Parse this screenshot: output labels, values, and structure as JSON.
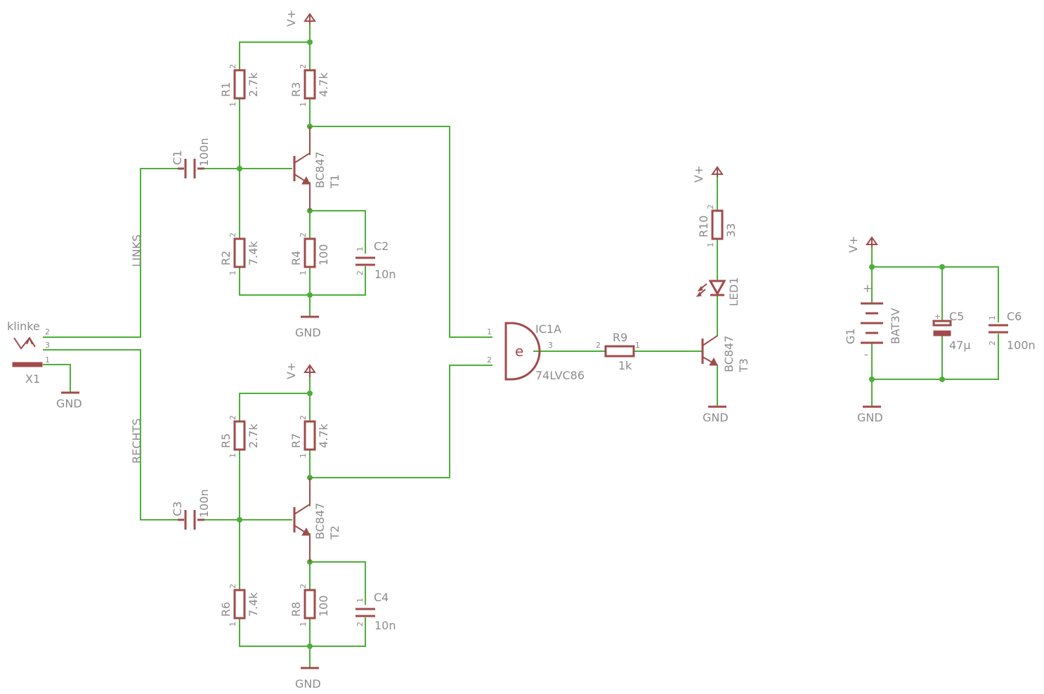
{
  "colors": {
    "wire": "#4caf39",
    "component": "#a04b4b",
    "text": "#8c8c8c",
    "background": "#ffffff"
  },
  "nets": {
    "supply": "V+",
    "ground": "GND",
    "left": "LINKS",
    "right": "RECHTS"
  },
  "connector": {
    "name": "X1",
    "label": "klinke",
    "pins": [
      "2",
      "3",
      "1"
    ]
  },
  "resistors": [
    {
      "name": "R1",
      "value": "2.7k",
      "pin_top": "2",
      "pin_bottom": "1"
    },
    {
      "name": "R2",
      "value": "7.4k",
      "pin_top": "2",
      "pin_bottom": "1"
    },
    {
      "name": "R3",
      "value": "4.7k",
      "pin_top": "2",
      "pin_bottom": "1"
    },
    {
      "name": "R4",
      "value": "100",
      "pin_top": "2",
      "pin_bottom": "1"
    },
    {
      "name": "R5",
      "value": "2.7k",
      "pin_top": "2",
      "pin_bottom": "1"
    },
    {
      "name": "R6",
      "value": "7.4k",
      "pin_top": "2",
      "pin_bottom": "1"
    },
    {
      "name": "R7",
      "value": "4.7k",
      "pin_top": "2",
      "pin_bottom": "1"
    },
    {
      "name": "R8",
      "value": "100",
      "pin_top": "2",
      "pin_bottom": "1"
    },
    {
      "name": "R9",
      "value": "1k",
      "pin_left": "2",
      "pin_right": "1"
    },
    {
      "name": "R10",
      "value": "33",
      "pin_top": "2",
      "pin_bottom": "1"
    }
  ],
  "capacitors": [
    {
      "name": "C1",
      "value": "100n"
    },
    {
      "name": "C2",
      "value": "10n",
      "pin_top": "1",
      "pin_bottom": "2"
    },
    {
      "name": "C3",
      "value": "100n"
    },
    {
      "name": "C4",
      "value": "10n",
      "pin_top": "1",
      "pin_bottom": "2"
    },
    {
      "name": "C5",
      "value": "47µ",
      "polarity": "+"
    },
    {
      "name": "C6",
      "value": "100n",
      "pin_top": "1",
      "pin_bottom": "2"
    }
  ],
  "transistors": [
    {
      "name": "T1",
      "value": "BC847"
    },
    {
      "name": "T2",
      "value": "BC847"
    },
    {
      "name": "T3",
      "value": "BC847"
    }
  ],
  "gate": {
    "name": "IC1A",
    "value": "74LVC86",
    "symbol": "e",
    "pins": [
      "1",
      "2",
      "3"
    ]
  },
  "led": {
    "name": "LED1"
  },
  "battery": {
    "name": "G1",
    "value": "BAT3V",
    "plus": "+",
    "minus": "-"
  }
}
